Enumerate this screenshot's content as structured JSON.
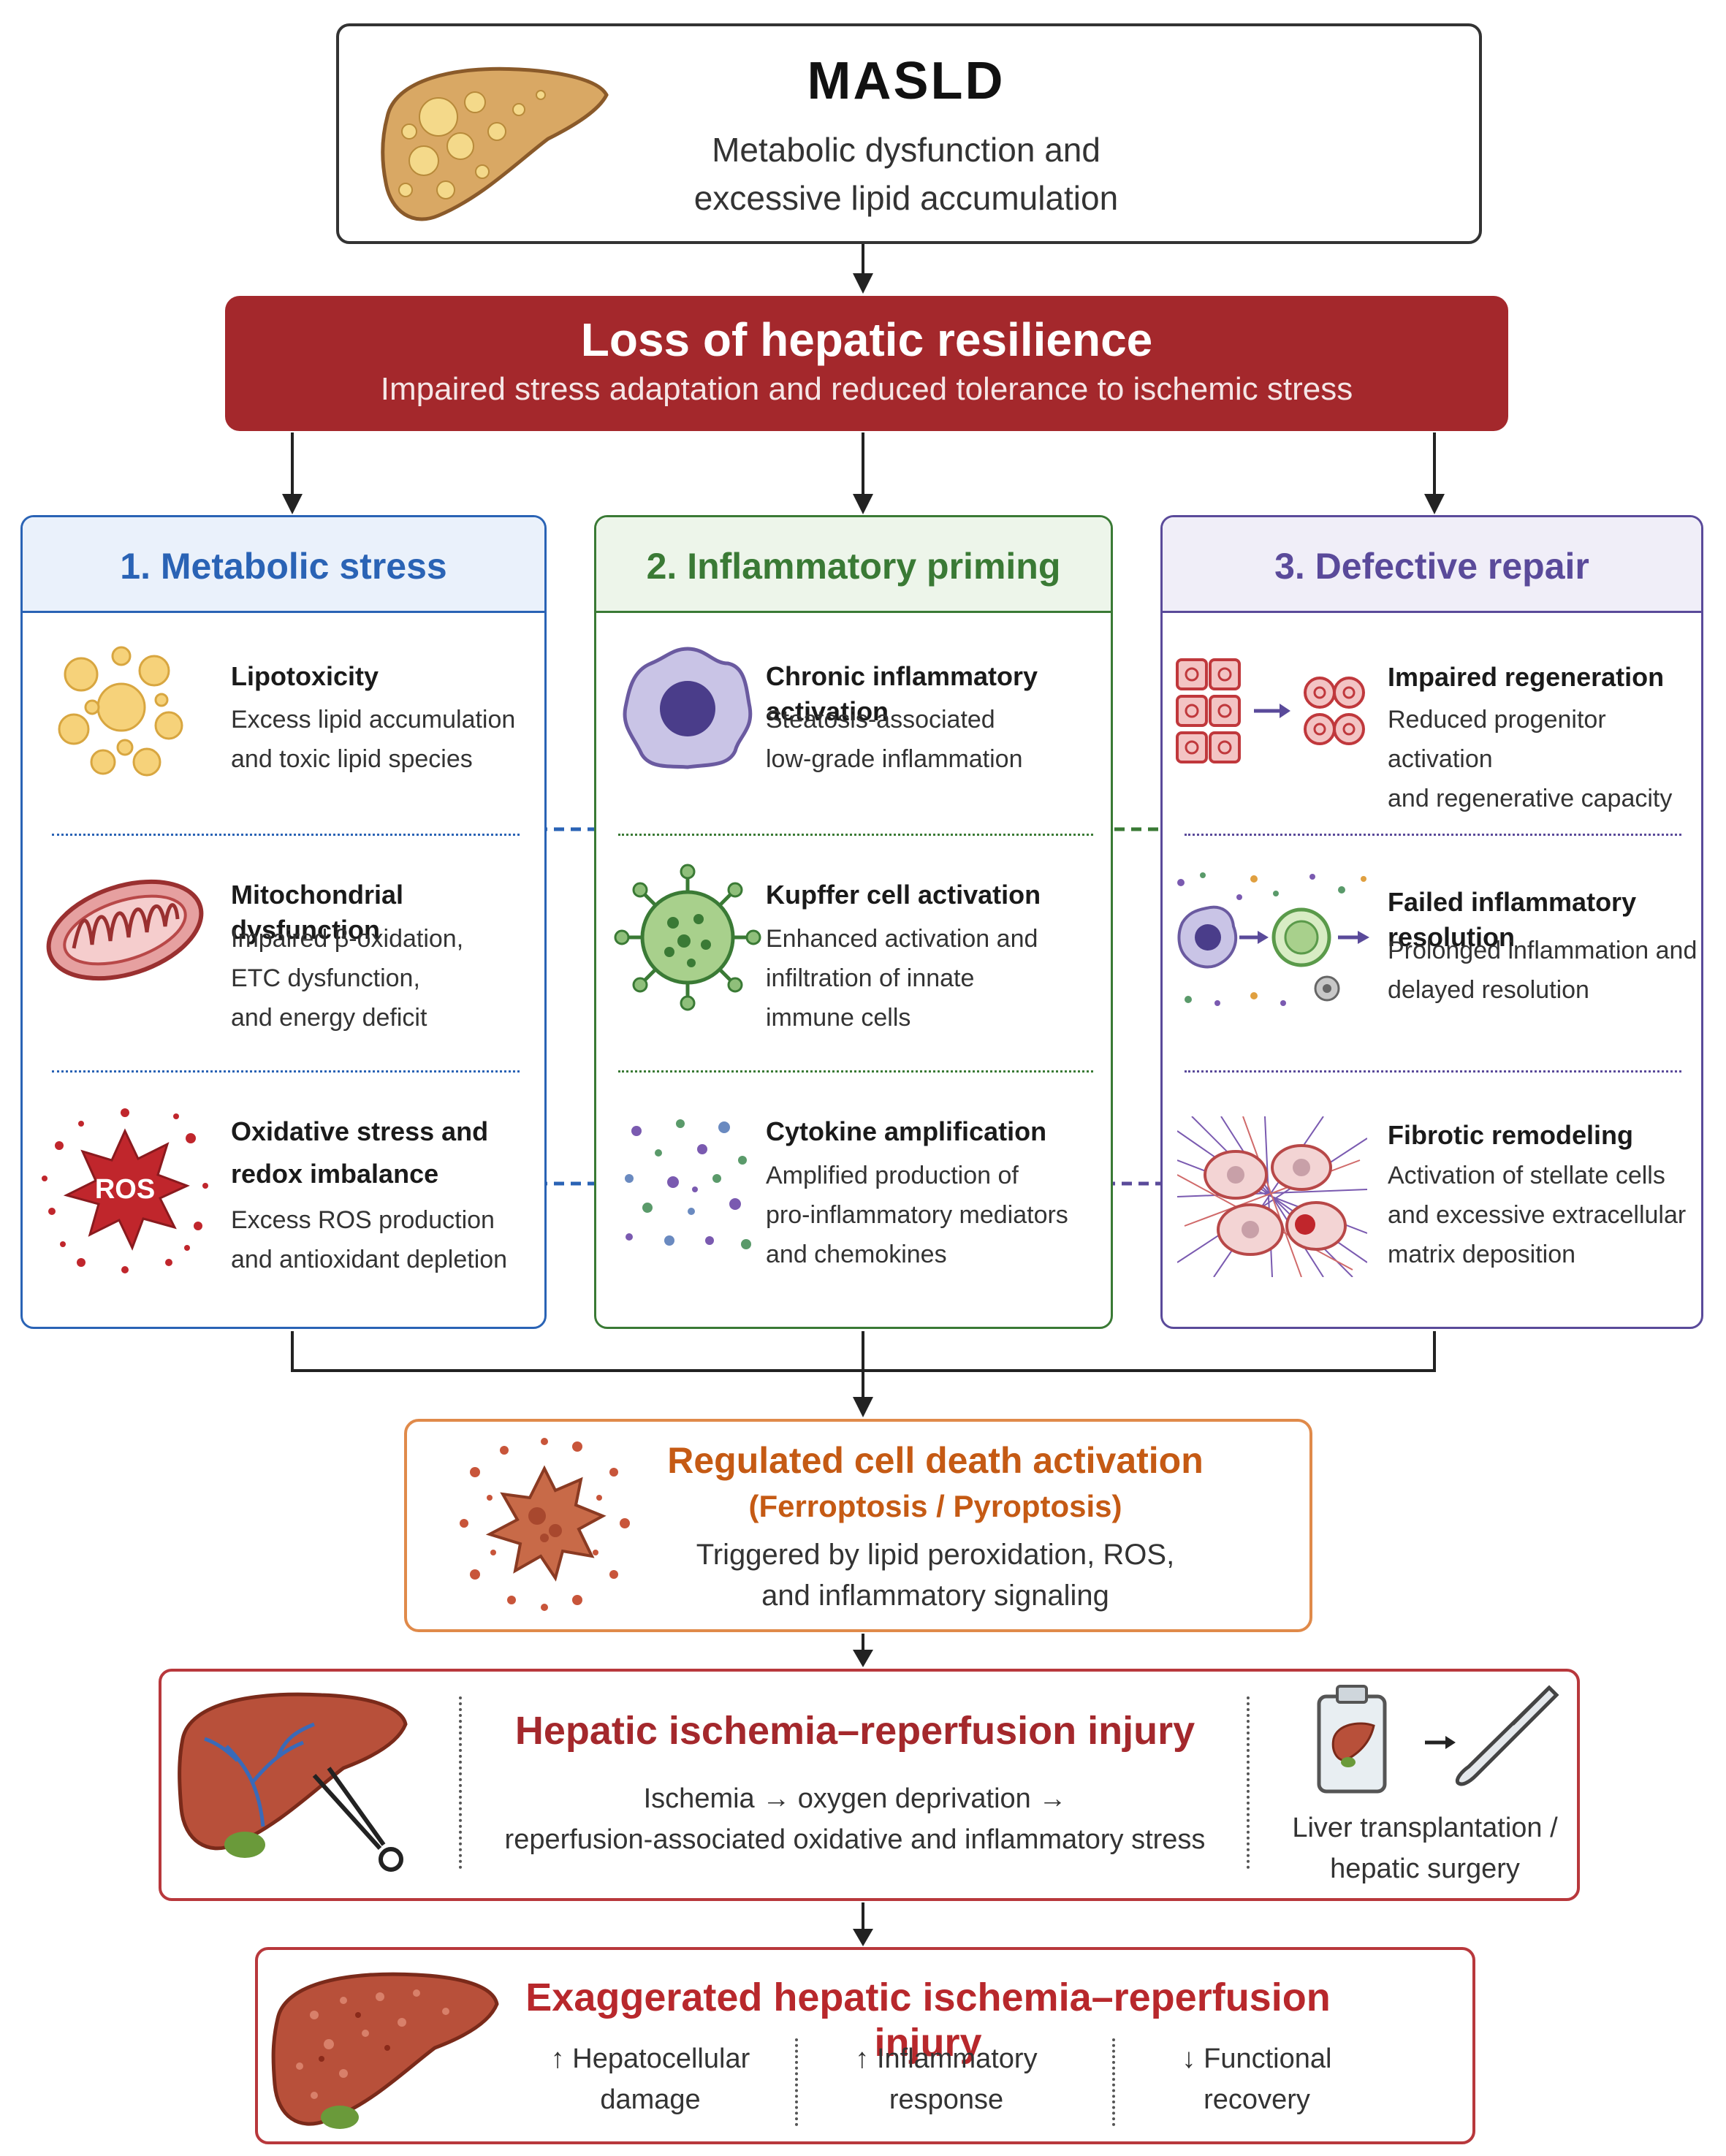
{
  "masld": {
    "title": "MASLD",
    "subtitle_line1": "Metabolic dysfunction and",
    "subtitle_line2": "excessive lipid accumulation"
  },
  "resilience": {
    "title": "Loss of hepatic resilience",
    "subtitle": "Impaired stress adaptation and reduced tolerance to ischemic stress"
  },
  "columns": [
    {
      "title": "1. Metabolic stress",
      "color": "#2a63b5",
      "items": [
        {
          "title_lines": [
            "Lipotoxicity"
          ],
          "desc_lines": [
            "Excess lipid accumulation",
            "and toxic lipid species"
          ]
        },
        {
          "title_lines": [
            "Mitochondrial dysfunction"
          ],
          "desc_lines": [
            "Impaired β-oxidation,",
            "ETC dysfunction,",
            "and energy deficit"
          ]
        },
        {
          "title_lines": [
            "Oxidative stress and",
            "redox imbalance"
          ],
          "desc_lines": [
            "Excess ROS production",
            "and antioxidant depletion"
          ],
          "icon_label": "ROS"
        }
      ]
    },
    {
      "title": "2. Inflammatory priming",
      "color": "#3a7a35",
      "items": [
        {
          "title_lines": [
            "Chronic inflammatory activation"
          ],
          "desc_lines": [
            "Steatosis-associated",
            "low-grade inflammation"
          ]
        },
        {
          "title_lines": [
            "Kupffer cell activation"
          ],
          "desc_lines": [
            "Enhanced activation and",
            "infiltration of innate",
            "immune cells"
          ]
        },
        {
          "title_lines": [
            "Cytokine amplification"
          ],
          "desc_lines": [
            "Amplified production of",
            "pro-inflammatory mediators",
            "and chemokines"
          ]
        }
      ]
    },
    {
      "title": "3. Defective repair",
      "color": "#5a4a9a",
      "items": [
        {
          "title_lines": [
            "Impaired regeneration"
          ],
          "desc_lines": [
            "Reduced progenitor activation",
            "and regenerative capacity"
          ]
        },
        {
          "title_lines": [
            "Failed inflammatory resolution"
          ],
          "desc_lines": [
            "Prolonged inflammation and",
            "delayed resolution"
          ]
        },
        {
          "title_lines": [
            "Fibrotic remodeling"
          ],
          "desc_lines": [
            "Activation of stellate cells",
            "and excessive extracellular",
            "matrix deposition"
          ]
        }
      ]
    }
  ],
  "cell_death": {
    "title": "Regulated cell death activation",
    "subtitle": "(Ferroptosis / Pyroptosis)",
    "desc_line1": "Triggered by lipid peroxidation, ROS,",
    "desc_line2": "and inflammatory signaling"
  },
  "iri": {
    "title": "Hepatic ischemia–reperfusion injury",
    "desc_line1": "Ischemia → oxygen deprivation →",
    "desc_line2": "reperfusion-associated oxidative and inflammatory stress",
    "transplant_line1": "Liver transplantation /",
    "transplant_line2": "hepatic surgery"
  },
  "exaggerated": {
    "title": "Exaggerated hepatic ischemia–reperfusion injury",
    "outcomes": [
      {
        "line1": "↑ Hepatocellular",
        "line2": "damage"
      },
      {
        "line1": "↑ Inflammatory",
        "line2": "response"
      },
      {
        "line1": "↓ Functional",
        "line2": "recovery"
      }
    ]
  }
}
